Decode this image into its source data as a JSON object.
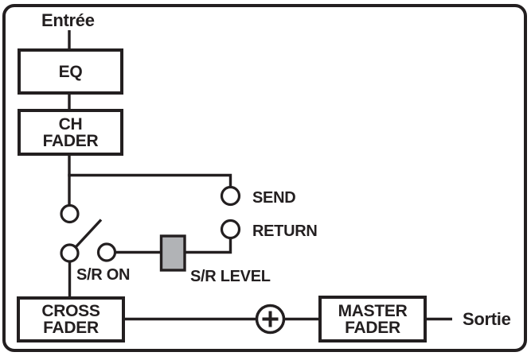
{
  "diagram": {
    "input_label": "Entrée",
    "output_label": "Sortie",
    "blocks": {
      "eq": {
        "label": "EQ"
      },
      "ch_fader": {
        "line1": "CH",
        "line2": "FADER"
      },
      "cross_fader": {
        "line1": "CROSS",
        "line2": "FADER"
      },
      "master_fader": {
        "line1": "MASTER",
        "line2": "FADER"
      }
    },
    "jacks": {
      "send_label": "SEND",
      "return_label": "RETURN"
    },
    "switch": {
      "label": "S/R ON"
    },
    "level_control": {
      "label": "S/R LEVEL"
    },
    "icons": {
      "sum_node": "plus-icon",
      "send_jack": "circle-port-icon",
      "return_jack": "circle-port-icon"
    },
    "colors": {
      "ink": "#231f20",
      "pot_fill": "#b1b3b6",
      "background": "#ffffff"
    }
  }
}
